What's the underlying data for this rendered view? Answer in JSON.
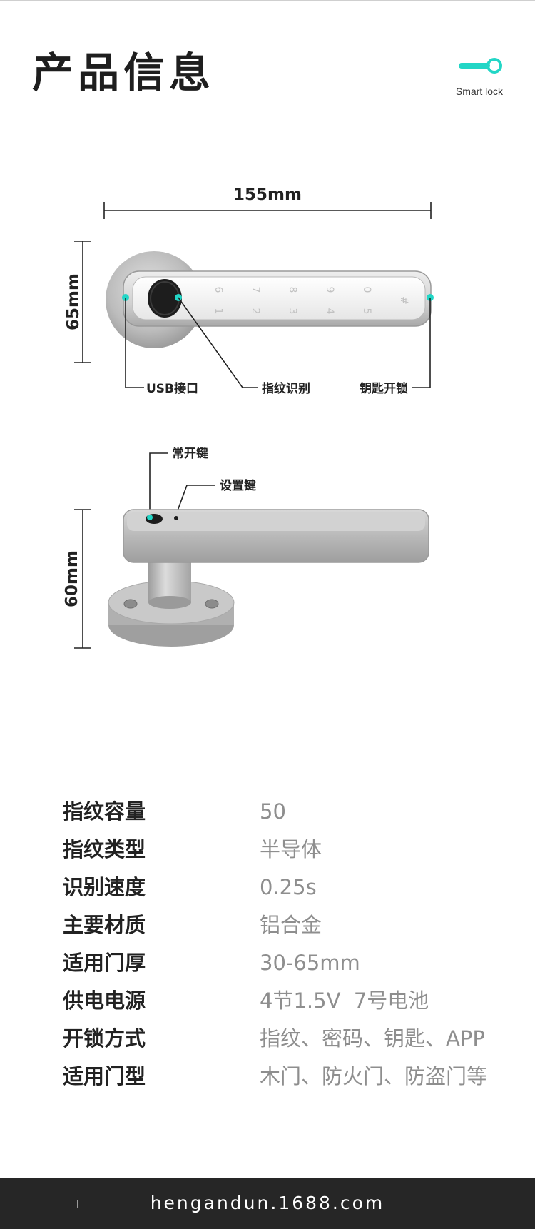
{
  "header": {
    "title": "产品信息",
    "brand": "Smart lock"
  },
  "colors": {
    "accent": "#22d6c6",
    "line": "#222222",
    "value_text": "#8e8e8e",
    "footer_bg": "#262626"
  },
  "diagram": {
    "width_label": "155mm",
    "front_height_label": "65mm",
    "side_height_label": "60mm",
    "callout_usb": "USB接口",
    "callout_fingerprint": "指纹识别",
    "callout_key": "钥匙开锁",
    "callout_normally_open": "常开键",
    "callout_setting": "设置键",
    "keypad_top": [
      "6",
      "7",
      "8",
      "9",
      "0"
    ],
    "keypad_bottom": [
      "1",
      "2",
      "3",
      "4",
      "5",
      "#"
    ]
  },
  "specs": [
    {
      "key": "指纹容量",
      "value": "50"
    },
    {
      "key": "指纹类型",
      "value": "半导体"
    },
    {
      "key": "识别速度",
      "value": "0.25s"
    },
    {
      "key": "主要材质",
      "value": "铝合金"
    },
    {
      "key": "适用门厚",
      "value": "30-65mm"
    },
    {
      "key": "供电电源",
      "value": "4节1.5V  7号电池"
    },
    {
      "key": "开锁方式",
      "value": "指纹、密码、钥匙、APP"
    },
    {
      "key": "适用门型",
      "value": "木门、防火门、防盗门等"
    }
  ],
  "footer": {
    "url": "hengandun.1688.com"
  }
}
